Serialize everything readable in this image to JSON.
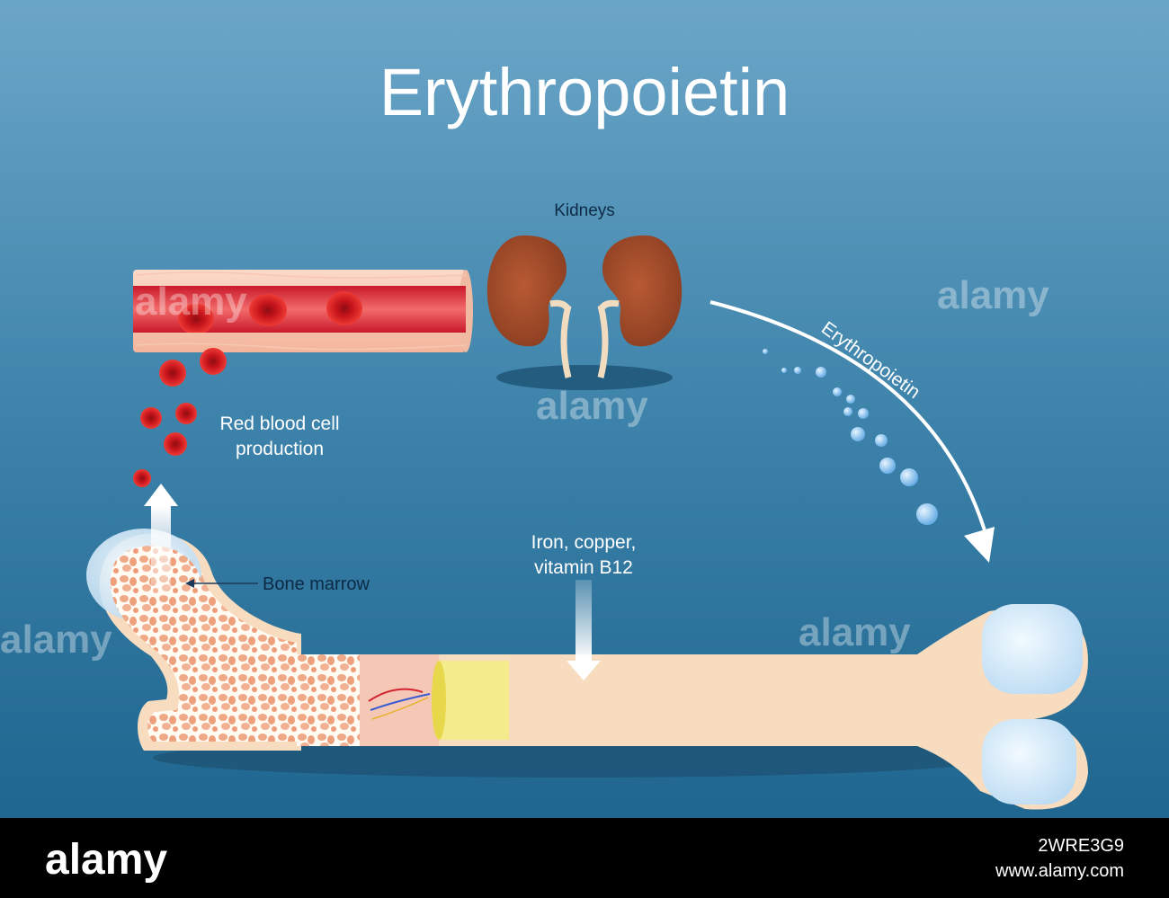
{
  "diagram": {
    "title": "Erythropoietin",
    "labels": {
      "kidneys": "Kidneys",
      "erythropoietin_arrow": "Erythropoietin",
      "rbc_line1": "Red blood cell",
      "rbc_line2": "production",
      "bone_marrow": "Bone marrow",
      "nutrients_line1": "Iron, copper,",
      "nutrients_line2": "vitamin B12"
    }
  },
  "watermark": {
    "text": "alamy",
    "footer_logo": "alamy",
    "image_id": "2WRE3G9",
    "site": "www.alamy.com"
  },
  "colors": {
    "background_top": "#6aa6c9",
    "background_bottom": "#1e6690",
    "blood": "#d81f26",
    "kidney": "#a24e2c",
    "bone": "#f7dcc0",
    "cartilage": "#cfe6f7",
    "molecule": "#8dc3ee"
  }
}
